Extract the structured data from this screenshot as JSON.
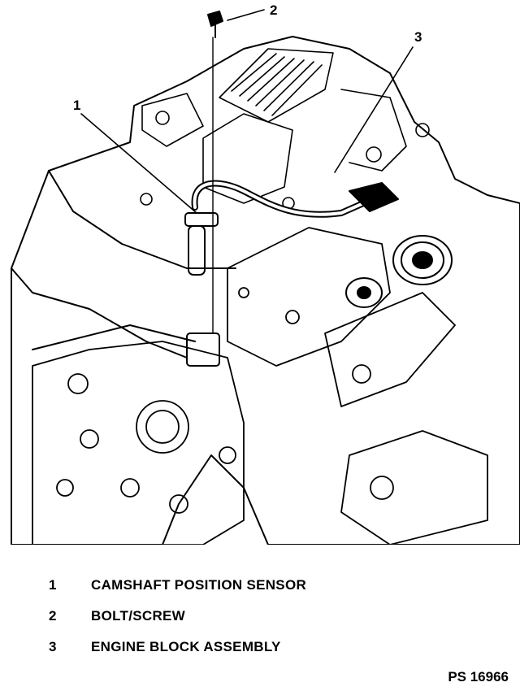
{
  "callouts": [
    {
      "number": "1"
    },
    {
      "number": "2"
    },
    {
      "number": "3"
    }
  ],
  "legend": [
    {
      "number": "1",
      "label": "CAMSHAFT POSITION SENSOR"
    },
    {
      "number": "2",
      "label": "BOLT/SCREW"
    },
    {
      "number": "3",
      "label": "ENGINE BLOCK ASSEMBLY"
    }
  ],
  "figure_id": "PS 16966"
}
